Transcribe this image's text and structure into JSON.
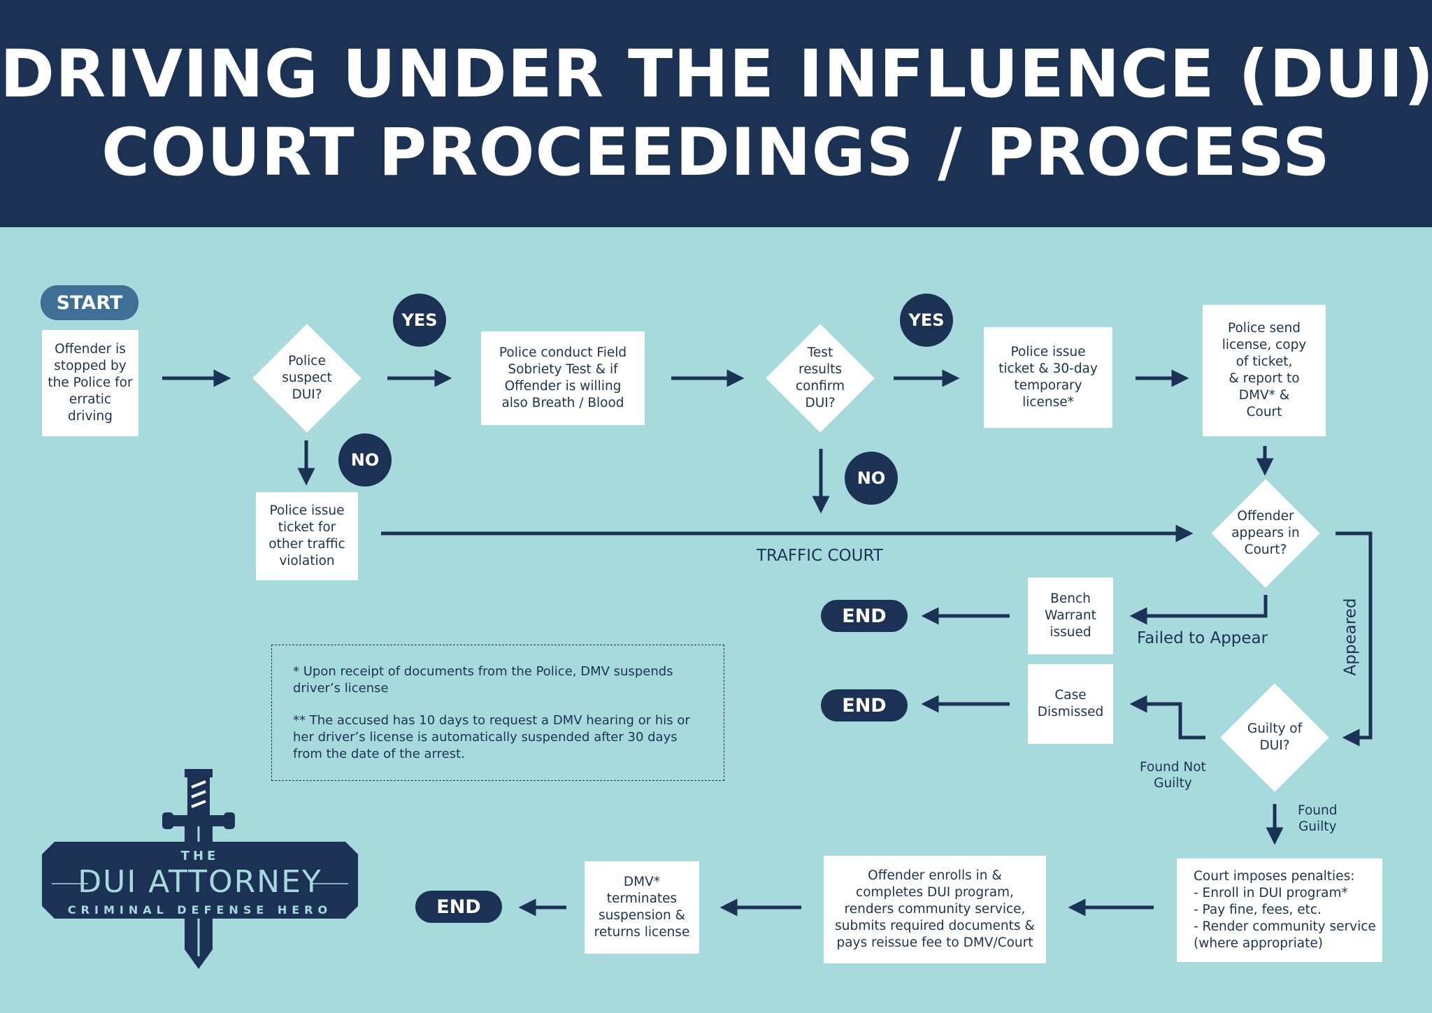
{
  "header": {
    "title_line1": "DRIVING UNDER THE INFLUENCE (DUI)",
    "title_line2": "COURT PROCEEDINGS / PROCESS"
  },
  "flow": {
    "start": "START",
    "yes": "YES",
    "no": "NO",
    "end": "END",
    "offender_stopped": "Offender is\nstopped by\nthe Police for\nerratic\ndriving",
    "police_suspect": "Police\nsuspect\nDUI?",
    "field_test": "Police conduct Field\nSobriety Test & if\nOffender is willing\nalso Breath / Blood",
    "test_confirm": "Test\nresults\nconfirm\nDUI?",
    "issue_ticket_dui": "Police issue\nticket & 30-day\ntemporary\nlicense*",
    "police_send": "Police send\nlicense, copy\nof ticket,\n& report to\nDMV* &\nCourt",
    "other_violation": "Police issue\nticket for\nother traffic\nviolation",
    "traffic_court": "TRAFFIC COURT",
    "appears_court": "Offender\nappears in\nCourt?",
    "bench_warrant": "Bench\nWarrant\nissued",
    "failed_to_appear": "Failed to Appear",
    "appeared": "Appeared",
    "case_dismissed": "Case\nDismissed",
    "guilty": "Guilty of\nDUI?",
    "found_not_guilty": "Found Not\nGuilty",
    "found_guilty": "Found\nGuilty",
    "penalties": "Court imposes penalties:\n- Enroll in DUI program*\n- Pay fine, fees, etc.\n- Render community service\n  (where appropriate)",
    "enrolls": "Offender enrolls in &\ncompletes DUI program,\nrenders community service,\nsubmits required documents &\npays reissue fee to DMV/Court",
    "dmv_terminates": "DMV*\nterminates\nsuspension &\nreturns license"
  },
  "notes": {
    "note1": "* Upon receipt of documents from the Police, DMV suspends driver’s license",
    "note2": "** The accused has 10 days to request a DMV hearing or his or her driver’s license is automatically suspended after 30 days from the date of the arrest."
  },
  "logo": {
    "the": "THE",
    "name": "DUI ATTORNEY",
    "tagline": "CRIMINAL DEFENSE HERO"
  },
  "colors": {
    "navy": "#1c3255",
    "background": "#a6dadc",
    "start_pill": "#3e6f97",
    "box": "#ffffff"
  }
}
